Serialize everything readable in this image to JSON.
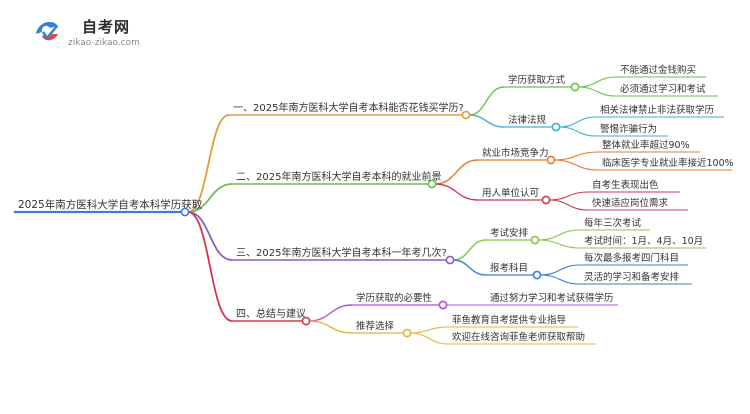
{
  "logo": {
    "name": "自考网",
    "domain": "zikao-zikao.com"
  },
  "mindmap": {
    "root": "2025年南方医科大学自考本科学历获取",
    "branches": [
      {
        "label": "一、2025年南方医科大学自考本科能否花钱买学历?",
        "color": "#e59a3a",
        "children": [
          {
            "label": "学历获取方式",
            "color": "#6cbf4a",
            "leaves": [
              "不能通过金钱购买",
              "必须通过学习和考试"
            ]
          },
          {
            "label": "法律法规",
            "color": "#3bb0d6",
            "leaves": [
              "相关法律禁止非法获取学历",
              "警惕诈骗行为"
            ]
          }
        ]
      },
      {
        "label": "二、2025年南方医科大学自考本科的就业前景",
        "color": "#6cbf4a",
        "children": [
          {
            "label": "就业市场竞争力",
            "color": "#e57a2e",
            "leaves": [
              "整体就业率超过90%",
              "临床医学专业就业率接近100%"
            ]
          },
          {
            "label": "用人单位认可",
            "color": "#d6334e",
            "leaves": [
              "自考生表现出色",
              "快速适应岗位需求"
            ]
          }
        ]
      },
      {
        "label": "三、2025年南方医科大学自考本科一年考几次?",
        "color": "#8a5cc8",
        "children": [
          {
            "label": "考试安排",
            "color": "#8bc34a",
            "leaves": [
              "每年三次考试",
              "考试时间：1月、4月、10月"
            ]
          },
          {
            "label": "报考科目",
            "color": "#3a7fd6",
            "leaves": [
              "每次最多报考四门科目",
              "灵活的学习和备考安排"
            ]
          }
        ]
      },
      {
        "label": "四、总结与建议",
        "color": "#d6334e",
        "children": [
          {
            "label": "学历获取的必要性",
            "color": "#b04ed6",
            "leaves": [
              "通过努力学习和考试获得学历"
            ]
          },
          {
            "label": "推荐选择",
            "color": "#e5b43a",
            "leaves": [
              "菲鱼教育自考提供专业指导",
              "欢迎在线咨询菲鱼老师获取帮助"
            ]
          }
        ]
      }
    ]
  },
  "colors": {
    "root": "#3a7fd6",
    "text": "#333333"
  }
}
